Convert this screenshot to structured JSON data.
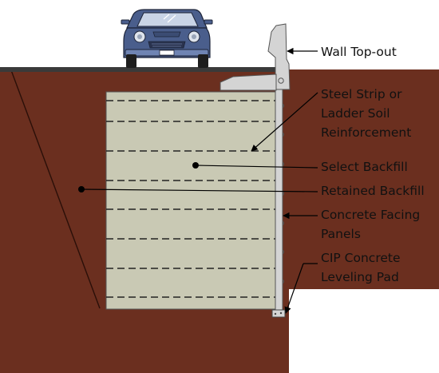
{
  "labels": {
    "wall_top_out": "Wall Top-out",
    "steel_strip_line1": "Steel Strip or",
    "steel_strip_line2": "Ladder Soil",
    "steel_strip_line3": "Reinforcement",
    "select_backfill": "Select Backfill",
    "retained_backfill": "Retained Backfill",
    "facing_line1": "Concrete Facing",
    "facing_line2": "Panels",
    "leveling_line1": "CIP Concrete",
    "leveling_line2": "Leveling Pad"
  },
  "colors": {
    "retained_soil": "#6b2f1f",
    "select_backfill": "#c9c9b4",
    "concrete": "#d4d4d4",
    "road_surface": "#3a3a3a",
    "car_body": "#4a5e8c",
    "car_glass": "#c9d4e6",
    "leader_lines": "#000000"
  },
  "icons": {
    "vehicle": "car-icon"
  }
}
